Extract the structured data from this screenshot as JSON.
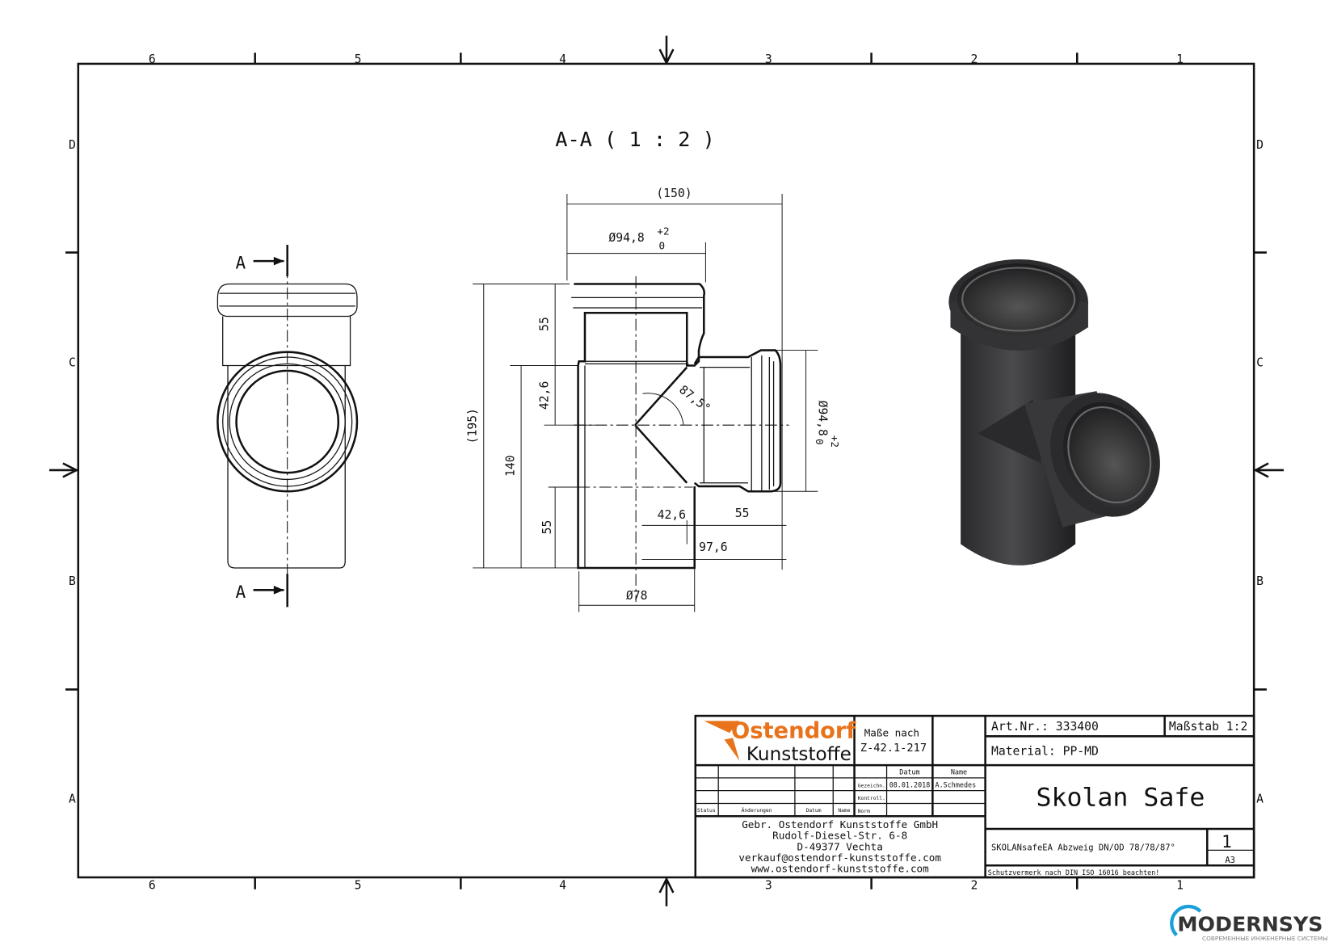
{
  "frame": {
    "columns": [
      "6",
      "5",
      "4",
      "3",
      "2",
      "1"
    ],
    "rows": [
      "D",
      "C",
      "B",
      "A"
    ]
  },
  "section_view": {
    "title": "A-A ( 1 : 2 )",
    "section_label": "A",
    "dimensions": {
      "overall_width": "(150)",
      "socket_diameter": "Ø94,8",
      "tol_plus": "+2",
      "tol_zero": "0",
      "overall_height": "(195)",
      "height_140": "140",
      "socket_depth_top": "55",
      "offset_top": "42,6",
      "socket_depth_bottom": "55",
      "angle": "87,5°",
      "offset_branch": "42,6",
      "branch_socket": "55",
      "branch_length": "97,6",
      "spigot_diameter": "Ø78",
      "branch_diameter": "Ø94,8"
    }
  },
  "title_block": {
    "company_logo_line1": "Ostendorf",
    "company_logo_line2": "Kunststoffe",
    "norm_label": "Maße nach",
    "norm_value": "Z-42.1-217",
    "datum_header": "Datum",
    "name_header": "Name",
    "drawn_label": "Gezeichn.",
    "drawn_date": "08.01.2018",
    "drawn_name": "A.Schmedes",
    "checked_label": "Kontroll.",
    "norm_row_label": "Norm",
    "status_label": "Status",
    "changes_label": "Änderungen",
    "date_label": "Datum",
    "name_label": "Name",
    "address": [
      "Gebr. Ostendorf Kunststoffe GmbH",
      "Rudolf-Diesel-Str. 6-8",
      "D-49377 Vechta",
      "verkauf@ostendorf-kunststoffe.com",
      "www.ostendorf-kunststoffe.com"
    ],
    "art_nr": "Art.Nr.: 333400",
    "scale": "Maßstab 1:2",
    "material": "Material: PP-MD",
    "product": "Skolan Safe",
    "description": "SKOLANsafeEA Abzweig DN/OD 78/78/87°",
    "sheet": "1",
    "format": "A3",
    "notice": "Schutzvermerk nach DIN ISO 16016 beachten!"
  },
  "watermark": {
    "brand": "MODERNSYS",
    "tagline": "СОВРЕМЕННЫЕ ИНЖЕНЕРНЫЕ СИСТЕМЫ"
  },
  "colors": {
    "logo_orange": "#e8731a",
    "part_dark": "#3a3a3c",
    "brand_blue": "#1aa0d8"
  }
}
